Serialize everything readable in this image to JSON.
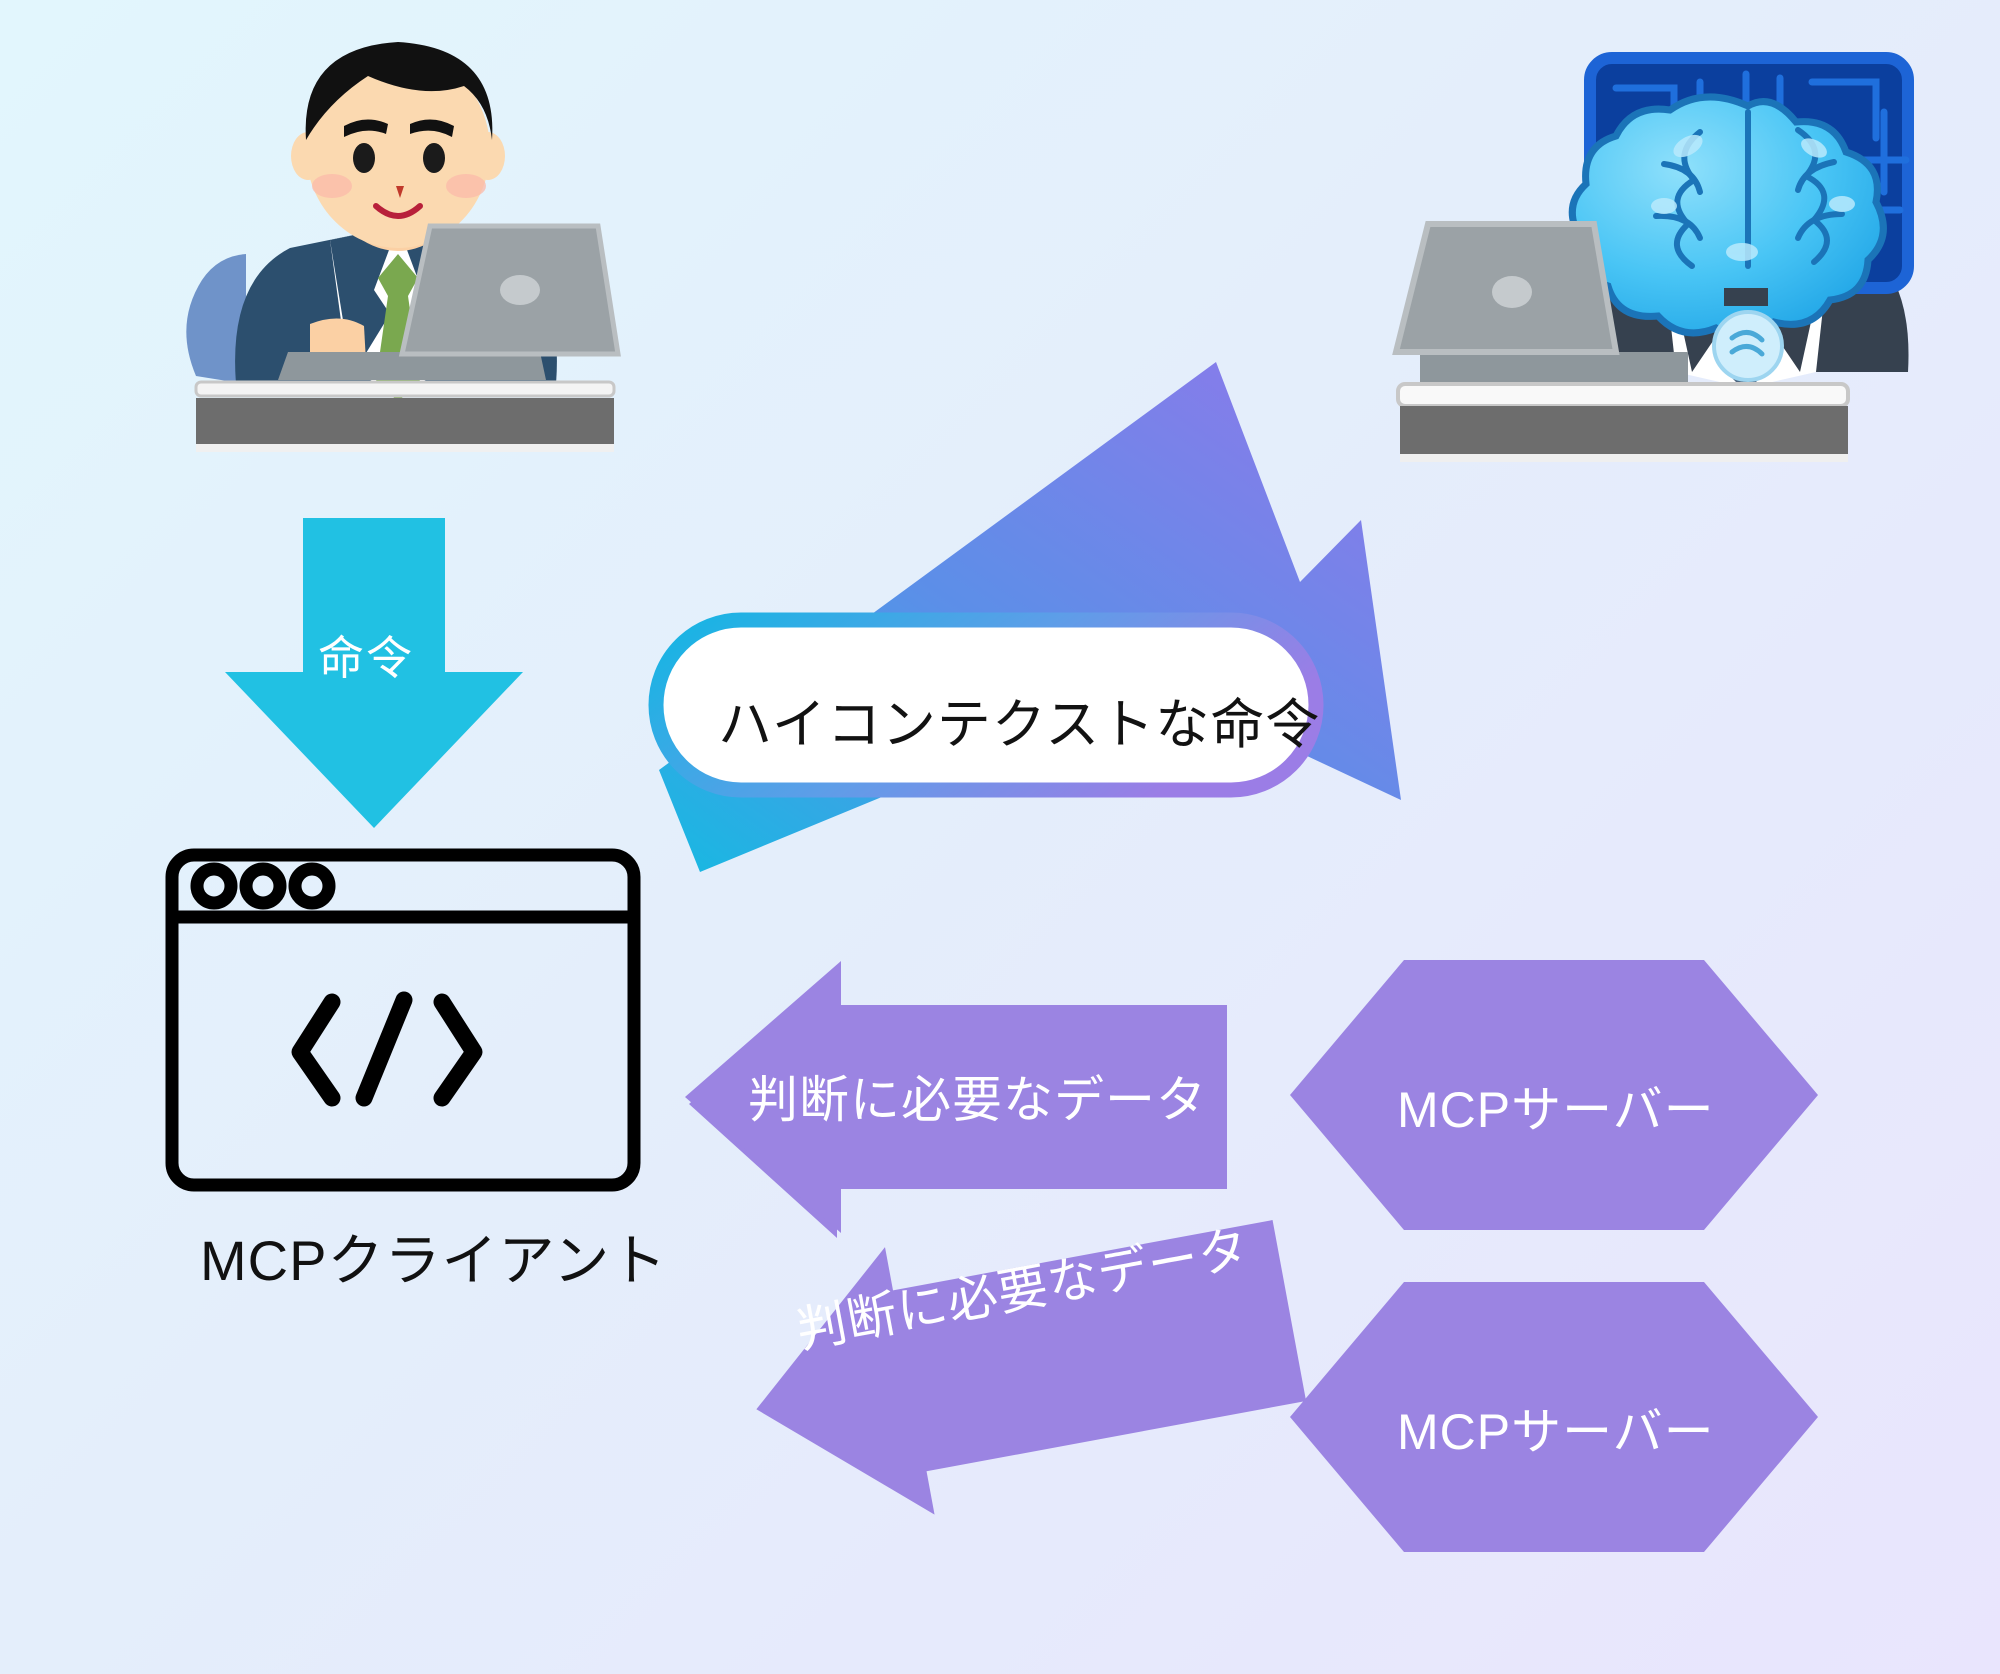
{
  "title": "MCPクライアント・MCPサーバー構成図",
  "background": {
    "gradient_from": "#e2f6fd",
    "gradient_to": "#e9e5fd"
  },
  "actors": {
    "human": {
      "name": "ビジネスパーソン（ノートPC操作）",
      "icon": "person-at-laptop-icon"
    },
    "ai": {
      "name": "AI（脳を表示したモニター頭部のスーツ姿）",
      "icon": "ai-brain-monitor-person-icon"
    }
  },
  "command_arrow": {
    "label": "命令",
    "color": "#21c1e3",
    "direction": "down"
  },
  "speech_bubble": {
    "text": "ハイコンテクストな命令",
    "fill": "#ffffff",
    "border_from": "#18b7e0",
    "border_to": "#9b7de6"
  },
  "context_arrow": {
    "direction": "up-right",
    "gradient_from": "#17b9e2",
    "gradient_to": "#8e7ae8"
  },
  "client": {
    "label": "MCPクライアント",
    "icon": "code-window-icon",
    "code_glyph": "</>",
    "stroke": "#000000"
  },
  "data_arrows": [
    {
      "label": "判断に必要なデータ",
      "color": "#9b84e2",
      "direction": "left",
      "rotation_deg": 0
    },
    {
      "label": "判断に必要なデータ",
      "color": "#9b84e2",
      "direction": "left",
      "rotation_deg": -10.5
    }
  ],
  "servers": [
    {
      "label": "MCPサーバー",
      "shape": "hexagon",
      "fill": "#9b84e2"
    },
    {
      "label": "MCPサーバー",
      "shape": "hexagon",
      "fill": "#9b84e2"
    }
  ],
  "colors": {
    "cyan": "#21c1e3",
    "purple": "#9b84e2",
    "gradient_purple": "#8e7ae8",
    "brain_blue": "#3ec6f5",
    "monitor_blue": "#0b3f9e",
    "suit_navy": "#2c4f6e",
    "tie_green": "#7aa84f",
    "skin": "#fbd9b0",
    "laptop_gray": "#9ba2a6",
    "desk_gray": "#6d6d6d"
  }
}
